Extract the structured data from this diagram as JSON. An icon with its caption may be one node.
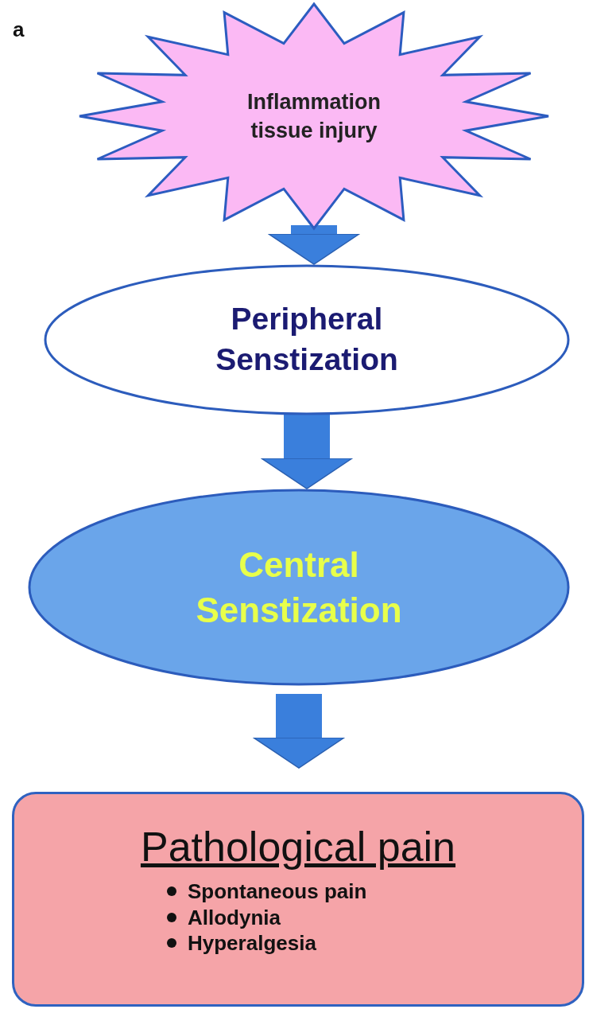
{
  "diagram": {
    "nodes": [
      {
        "text": [
          "Inflammation tissue injury"
        ]
      },
      {
        "text": [
          "Peripheral Senstization"
        ]
      },
      {
        "text": [
          "Central Senstization"
        ]
      },
      {
        "text": [
          "Pathological pain",
          "Spontaneous pain",
          "Allodynia",
          "Hyperalgesia"
        ]
      }
    ],
    "edges": [
      {
        "from": 0,
        "to": 1,
        "arrow": "to"
      },
      {
        "from": 1,
        "to": 2,
        "arrow": "to"
      },
      {
        "from": 2,
        "to": 3,
        "arrow": "to"
      }
    ],
    "labels": [
      "a"
    ]
  }
}
